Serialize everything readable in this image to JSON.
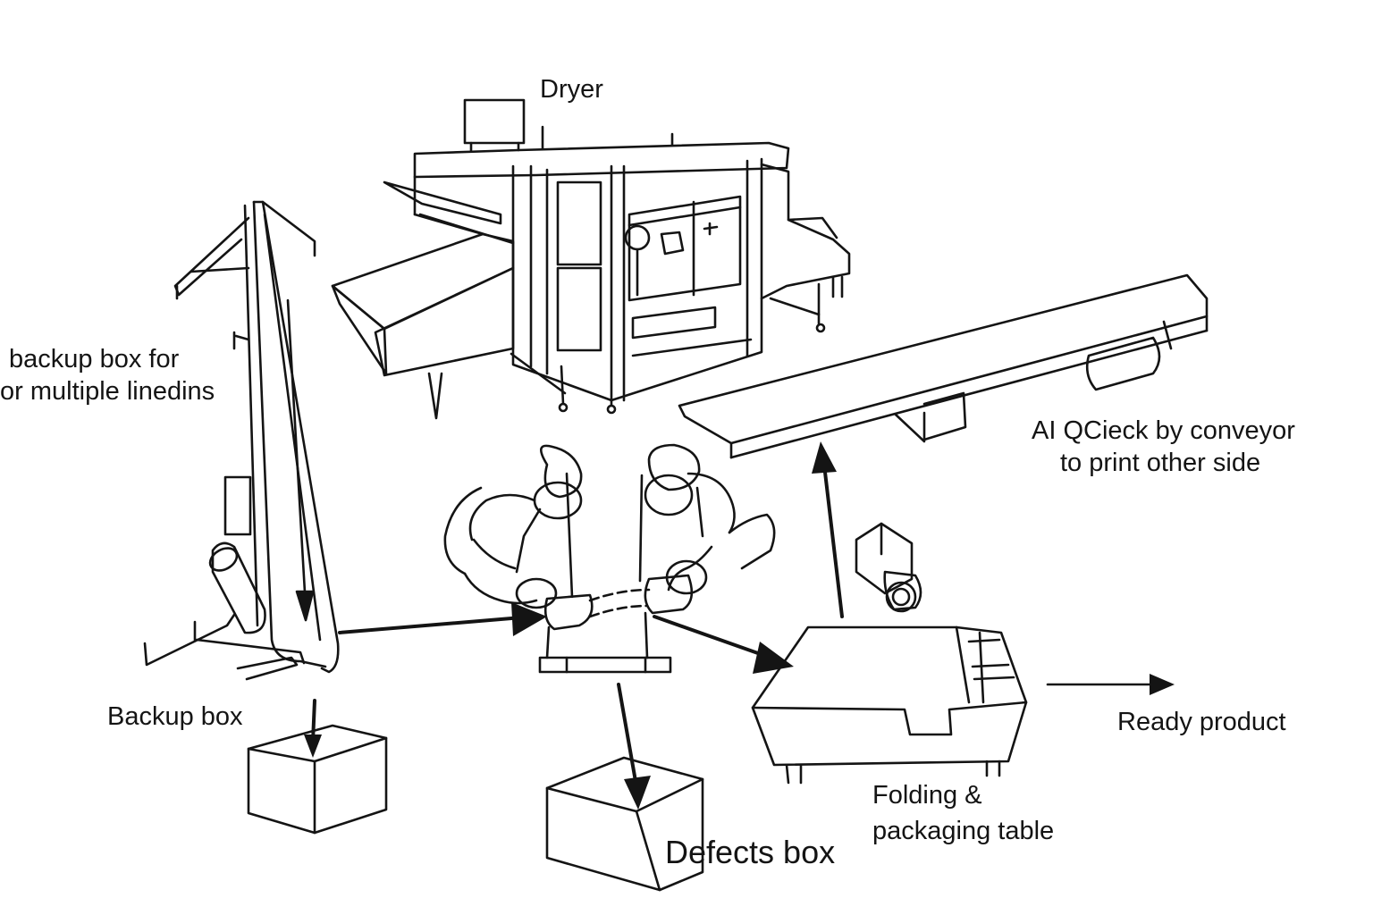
{
  "labels": {
    "dryer": "Dryer",
    "backup_multi_line1": "backup box  for",
    "backup_multi_line2": "or multiple linedins",
    "ai_qc_line1": "AI QCieck by conveyor",
    "ai_qc_line2": "to print other side",
    "backup_box": "Backup box",
    "defects_box": "Defects box",
    "folding_line1": "Folding &",
    "folding_line2": "packaging table",
    "ready_product": "Ready product"
  },
  "colors": {
    "line": "#141414",
    "background": "#ffffff"
  }
}
